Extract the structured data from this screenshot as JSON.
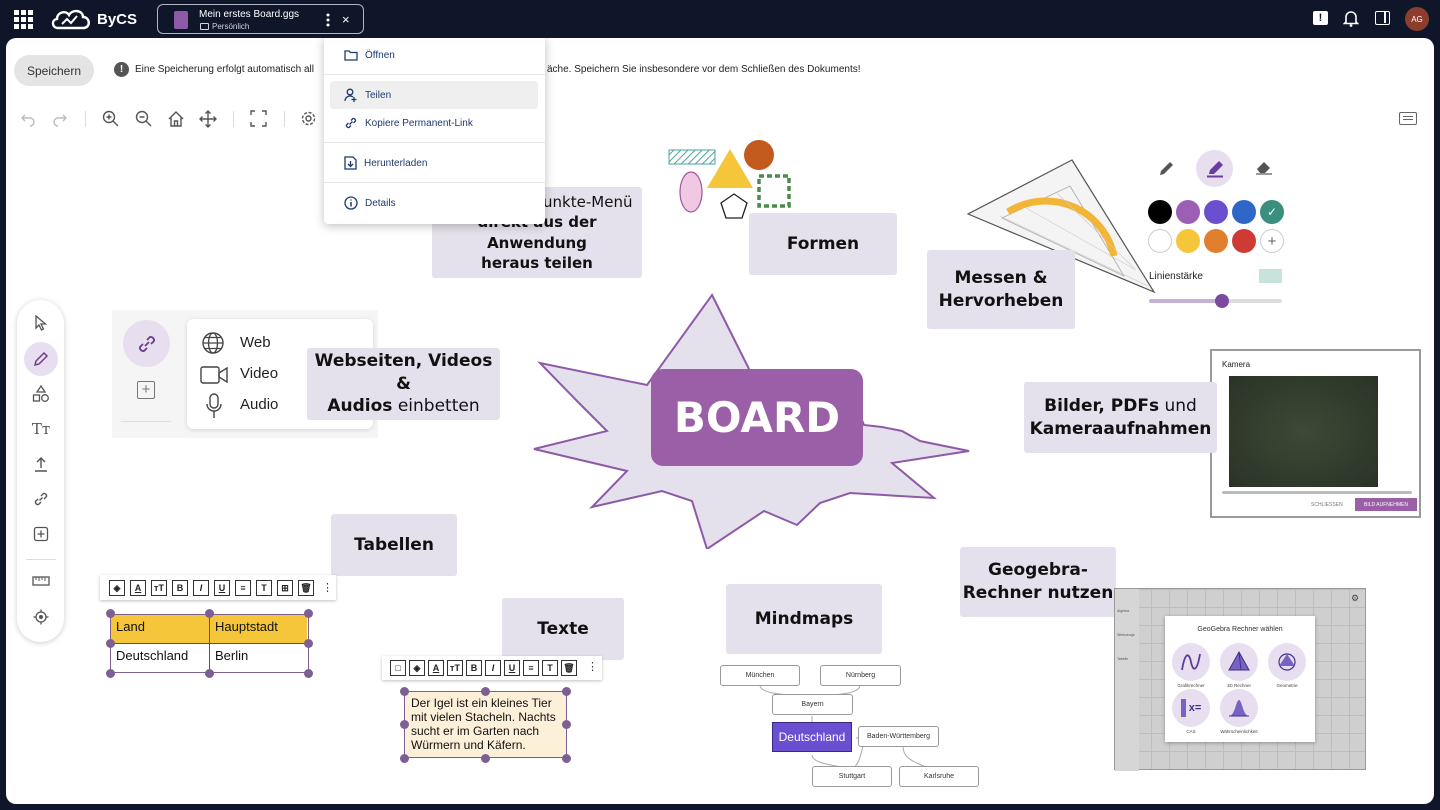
{
  "app": {
    "name": "ByCS",
    "avatar_initials": "AG"
  },
  "file_tab": {
    "title": "Mein erstes Board.ggs",
    "location": "Persönlich"
  },
  "save_bar": {
    "save_label": "Speichern",
    "message_left": "Eine Speicherung erfolgt automatisch all",
    "message_right": "äche. Speichern Sie insbesondere vor dem Schließen des Dokuments!"
  },
  "context_menu": {
    "items": [
      "Öffnen",
      "Teilen",
      "Kopiere Permanent-Link",
      "Herunterladen",
      "Details"
    ]
  },
  "labels": {
    "share_line1": "mittels Drei-Punkte-Menü",
    "share_line2": "direkt aus der Anwendung",
    "share_line3": "heraus teilen",
    "shapes": "Formen",
    "measure_line1": "Messen &",
    "measure_line2": "Hervorheben",
    "embed_bold1": "Webseiten, Videos &",
    "embed_bold2": "Audios",
    "embed_rest": "einbetten",
    "board": "BOARD",
    "media_bold1": "Bilder",
    "media_sep": ", ",
    "media_bold2": "PDFs",
    "media_rest": "und",
    "media_bold3": "Kameraaufnahmen",
    "tables": "Tabellen",
    "texts": "Texte",
    "mindmaps": "Mindmaps",
    "geogebra_line1": "Geogebra-",
    "geogebra_line2": "Rechner nutzen"
  },
  "embed_menu": {
    "web": "Web",
    "video": "Video",
    "audio": "Audio"
  },
  "pen_panel": {
    "line_width_label": "Linienstärke",
    "line_width_value": 0.55,
    "colors": [
      "#000000",
      "#9b5fb5",
      "#6a4fd1",
      "#2f67c9",
      "#3a8f7e",
      "#ffffff",
      "#f5c63a",
      "#e07f2e",
      "#d03a35"
    ]
  },
  "camera": {
    "title": "Kamera",
    "close_label": "SCHLIESSEN",
    "capture_label": "BILD AUFNEHMEN"
  },
  "table": {
    "rows": [
      [
        "Land",
        "Hauptstadt"
      ],
      [
        "Deutschland",
        "Berlin"
      ]
    ]
  },
  "text_box": {
    "content": "Der Igel ist ein kleines Tier mit vielen Stacheln. Nachts sucht er im Garten nach Würmern und Käfern."
  },
  "mindmap": {
    "center": "Deutschland",
    "nodes": [
      "München",
      "Nürnberg",
      "Bayern",
      "Baden-Württemberg",
      "Stuttgart",
      "Karlsruhe"
    ]
  },
  "geogebra": {
    "dialog_title": "GeoGebra Rechner wählen",
    "options": [
      "Grafikrechner",
      "3D Rechner",
      "Geometrie",
      "CAS",
      "Wahrscheinlichkeit"
    ],
    "side_labels": [
      "Algebra",
      "Werkzeuge",
      "Tabelle"
    ]
  },
  "colors": {
    "accent": "#8e5aa8",
    "label_bg": "#e5e1ec",
    "topbar": "#0f1629"
  }
}
